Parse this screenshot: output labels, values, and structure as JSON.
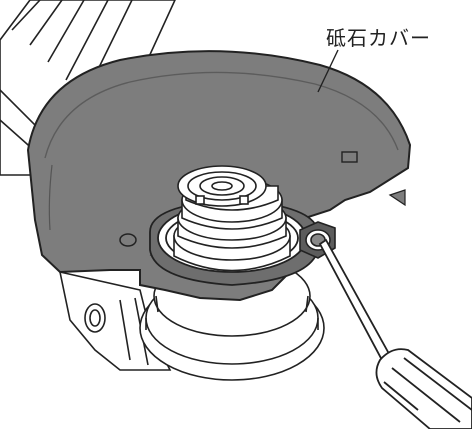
{
  "callout": {
    "label": "砥石カバー"
  },
  "colors": {
    "guard_fill": "#7d7d7d",
    "guard_dark": "#5c5c5c",
    "outline": "#222222",
    "background": "#ffffff"
  },
  "parts": [
    "wheel-guard",
    "spindle-flange",
    "gear-housing",
    "screwdriver",
    "motor-housing"
  ]
}
